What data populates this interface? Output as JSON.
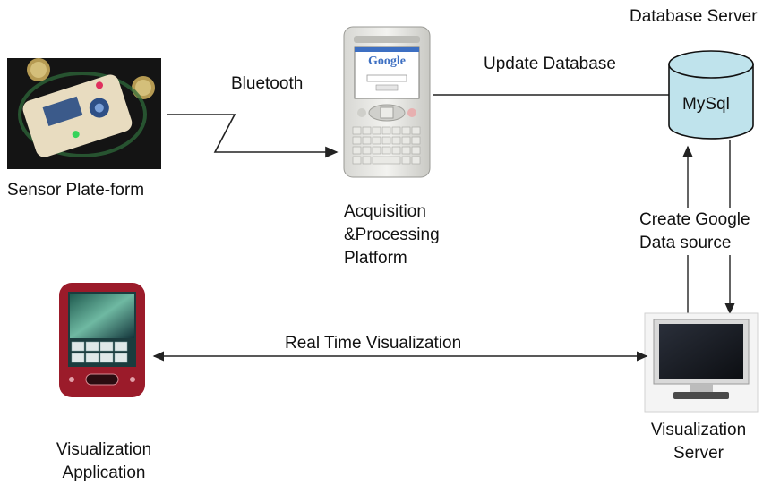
{
  "labels": {
    "database_server": "Database Server",
    "bluetooth": "Bluetooth",
    "update_database": "Update Database",
    "mysql": "MySql",
    "sensor_platform": "Sensor Plate-form",
    "acquisition_line1": "Acquisition",
    "acquisition_line2": "&Processing",
    "acquisition_line3": "Platform",
    "create_google_line1": "Create Google",
    "create_google_line2": "Data source",
    "real_time": "Real Time Visualization",
    "vis_server_line1": "Visualization",
    "vis_server_line2": "Server",
    "vis_app_line1": "Visualization",
    "vis_app_line2": "Application",
    "google_logo": "Google"
  },
  "colors": {
    "cylinder_fill": "#bfe3ec",
    "arrow": "#222222",
    "sensor_bg": "#141414",
    "sensor_board": "#e8dcc0",
    "phone_body": "#9b1b2a"
  }
}
